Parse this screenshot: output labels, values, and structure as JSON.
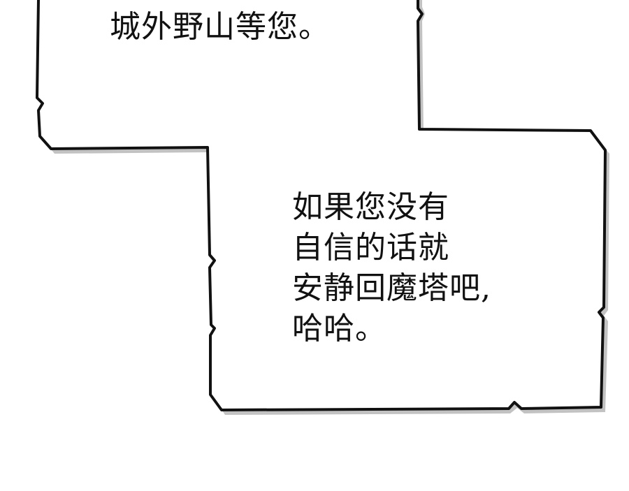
{
  "bubble_1": {
    "lines": [
      "城外野山等您。"
    ]
  },
  "bubble_2": {
    "lines": [
      "如果您没有",
      "自信的话就",
      "安静回魔塔吧,",
      "哈哈。"
    ]
  },
  "colors": {
    "outline": "#111111",
    "fill": "#ffffff",
    "shadow": "#9a9a9a"
  }
}
